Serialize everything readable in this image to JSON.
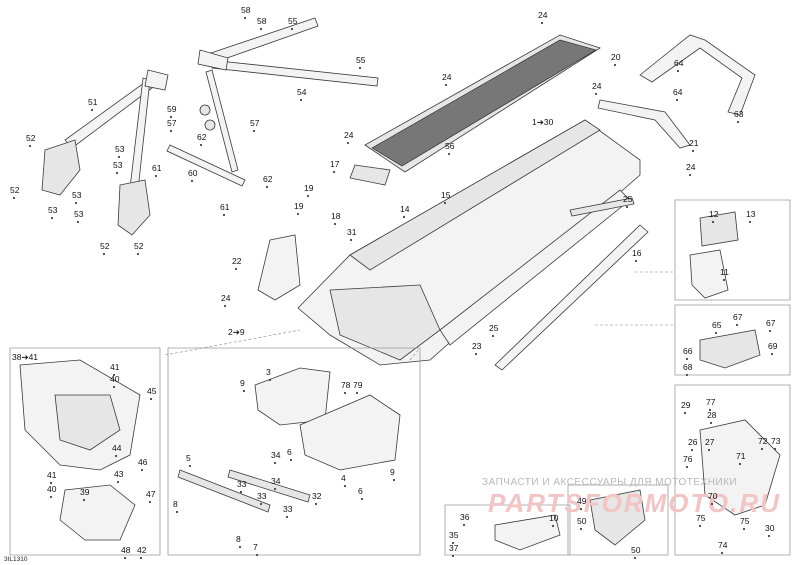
{
  "diagram_code": "3IL1310",
  "watermark": {
    "text": "ЗАПЧАСТИ И АКСЕССУАРЫ ДЛЯ МОТОТЕХНИКИ",
    "logo": "PARTSFORMOTO.RU"
  },
  "group_labels": {
    "frame_group": "1➔30",
    "front_group": "2➔9",
    "nose_group": "38➔41"
  },
  "callouts": [
    {
      "id": "c58a",
      "text": "58"
    },
    {
      "id": "c58b",
      "text": "58"
    },
    {
      "id": "c55a",
      "text": "55"
    },
    {
      "id": "c55b",
      "text": "55"
    },
    {
      "id": "c54",
      "text": "54"
    },
    {
      "id": "c51",
      "text": "51"
    },
    {
      "id": "c59",
      "text": "59"
    },
    {
      "id": "c57a",
      "text": "57"
    },
    {
      "id": "c57b",
      "text": "57"
    },
    {
      "id": "c62a",
      "text": "62"
    },
    {
      "id": "c62b",
      "text": "62"
    },
    {
      "id": "c61a",
      "text": "61"
    },
    {
      "id": "c61b",
      "text": "61"
    },
    {
      "id": "c60",
      "text": "60"
    },
    {
      "id": "c52a",
      "text": "52"
    },
    {
      "id": "c52b",
      "text": "52"
    },
    {
      "id": "c52c",
      "text": "52"
    },
    {
      "id": "c52d",
      "text": "52"
    },
    {
      "id": "c53a",
      "text": "53"
    },
    {
      "id": "c53b",
      "text": "53"
    },
    {
      "id": "c53c",
      "text": "53"
    },
    {
      "id": "c53d",
      "text": "53"
    },
    {
      "id": "c53e",
      "text": "53"
    },
    {
      "id": "c24a",
      "text": "24"
    },
    {
      "id": "c20",
      "text": "20"
    },
    {
      "id": "c24b",
      "text": "24"
    },
    {
      "id": "c24c",
      "text": "24"
    },
    {
      "id": "c24d",
      "text": "24"
    },
    {
      "id": "c24e",
      "text": "24"
    },
    {
      "id": "c24f",
      "text": "24"
    },
    {
      "id": "c64a",
      "text": "64"
    },
    {
      "id": "c64b",
      "text": "64"
    },
    {
      "id": "c63",
      "text": "63"
    },
    {
      "id": "c21",
      "text": "21"
    },
    {
      "id": "c17",
      "text": "17"
    },
    {
      "id": "c56",
      "text": "56"
    },
    {
      "id": "c15",
      "text": "15"
    },
    {
      "id": "c14",
      "text": "14"
    },
    {
      "id": "c19a",
      "text": "19"
    },
    {
      "id": "c19b",
      "text": "19"
    },
    {
      "id": "c18",
      "text": "18"
    },
    {
      "id": "c31",
      "text": "31"
    },
    {
      "id": "c22",
      "text": "22"
    },
    {
      "id": "c25a",
      "text": "25"
    },
    {
      "id": "c16",
      "text": "16"
    },
    {
      "id": "c12",
      "text": "12"
    },
    {
      "id": "c13",
      "text": "13"
    },
    {
      "id": "c11",
      "text": "11"
    },
    {
      "id": "c25b",
      "text": "25"
    },
    {
      "id": "c23",
      "text": "23"
    },
    {
      "id": "c67a",
      "text": "67"
    },
    {
      "id": "c67b",
      "text": "67"
    },
    {
      "id": "c65",
      "text": "65"
    },
    {
      "id": "c69",
      "text": "69"
    },
    {
      "id": "c66",
      "text": "66"
    },
    {
      "id": "c68",
      "text": "68"
    },
    {
      "id": "c41a",
      "text": "41"
    },
    {
      "id": "c40a",
      "text": "40"
    },
    {
      "id": "c45",
      "text": "45"
    },
    {
      "id": "c44",
      "text": "44"
    },
    {
      "id": "c46",
      "text": "46"
    },
    {
      "id": "c43",
      "text": "43"
    },
    {
      "id": "c41b",
      "text": "41"
    },
    {
      "id": "c40b",
      "text": "40"
    },
    {
      "id": "c39",
      "text": "39"
    },
    {
      "id": "c47",
      "text": "47"
    },
    {
      "id": "c48",
      "text": "48"
    },
    {
      "id": "c42",
      "text": "42"
    },
    {
      "id": "c9a",
      "text": "9"
    },
    {
      "id": "c3",
      "text": "3"
    },
    {
      "id": "c78",
      "text": "78"
    },
    {
      "id": "c79",
      "text": "79"
    },
    {
      "id": "c6a",
      "text": "6"
    },
    {
      "id": "c34a",
      "text": "34"
    },
    {
      "id": "c34b",
      "text": "34"
    },
    {
      "id": "c5",
      "text": "5"
    },
    {
      "id": "c33a",
      "text": "33"
    },
    {
      "id": "c33b",
      "text": "33"
    },
    {
      "id": "c33c",
      "text": "33"
    },
    {
      "id": "c32",
      "text": "32"
    },
    {
      "id": "c4",
      "text": "4"
    },
    {
      "id": "c6b",
      "text": "6"
    },
    {
      "id": "c9b",
      "text": "9"
    },
    {
      "id": "c8a",
      "text": "8"
    },
    {
      "id": "c8b",
      "text": "8"
    },
    {
      "id": "c7",
      "text": "7"
    },
    {
      "id": "c36",
      "text": "36"
    },
    {
      "id": "c35",
      "text": "35"
    },
    {
      "id": "c37",
      "text": "37"
    },
    {
      "id": "c10",
      "text": "10"
    },
    {
      "id": "c49",
      "text": "49"
    },
    {
      "id": "c50a",
      "text": "50"
    },
    {
      "id": "c50b",
      "text": "50"
    },
    {
      "id": "c29",
      "text": "29"
    },
    {
      "id": "c77",
      "text": "77"
    },
    {
      "id": "c28",
      "text": "28"
    },
    {
      "id": "c26",
      "text": "26"
    },
    {
      "id": "c27",
      "text": "27"
    },
    {
      "id": "c76",
      "text": "76"
    },
    {
      "id": "c72",
      "text": "72"
    },
    {
      "id": "c73",
      "text": "73"
    },
    {
      "id": "c71",
      "text": "71"
    },
    {
      "id": "c70",
      "text": "70"
    },
    {
      "id": "c75a",
      "text": "75"
    },
    {
      "id": "c75b",
      "text": "75"
    },
    {
      "id": "c74",
      "text": "74"
    },
    {
      "id": "c30",
      "text": "30"
    }
  ]
}
